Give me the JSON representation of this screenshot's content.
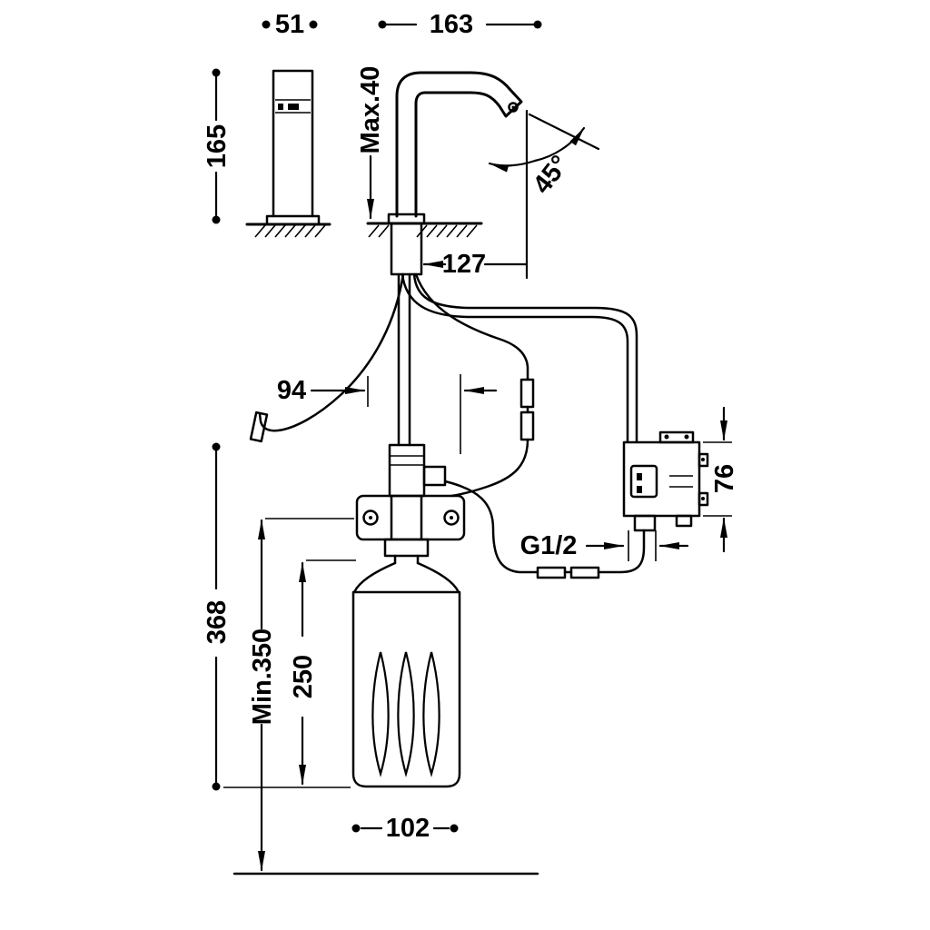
{
  "drawing": {
    "type": "technical-installation-diagram",
    "background": "#ffffff",
    "line_color": "#000000",
    "labels": {
      "top_small_width": "51",
      "spout_reach": "163",
      "side_height": "165",
      "max_deck_thickness": "Max.40",
      "swivel_angle": "45°",
      "spout_projection": "127",
      "hose_spacing": "94",
      "control_box_height": "76",
      "thread_size": "G1/2",
      "overall_under_height": "368",
      "min_clearance": "Min.350",
      "cartridge_height": "250",
      "cartridge_width": "102"
    }
  }
}
